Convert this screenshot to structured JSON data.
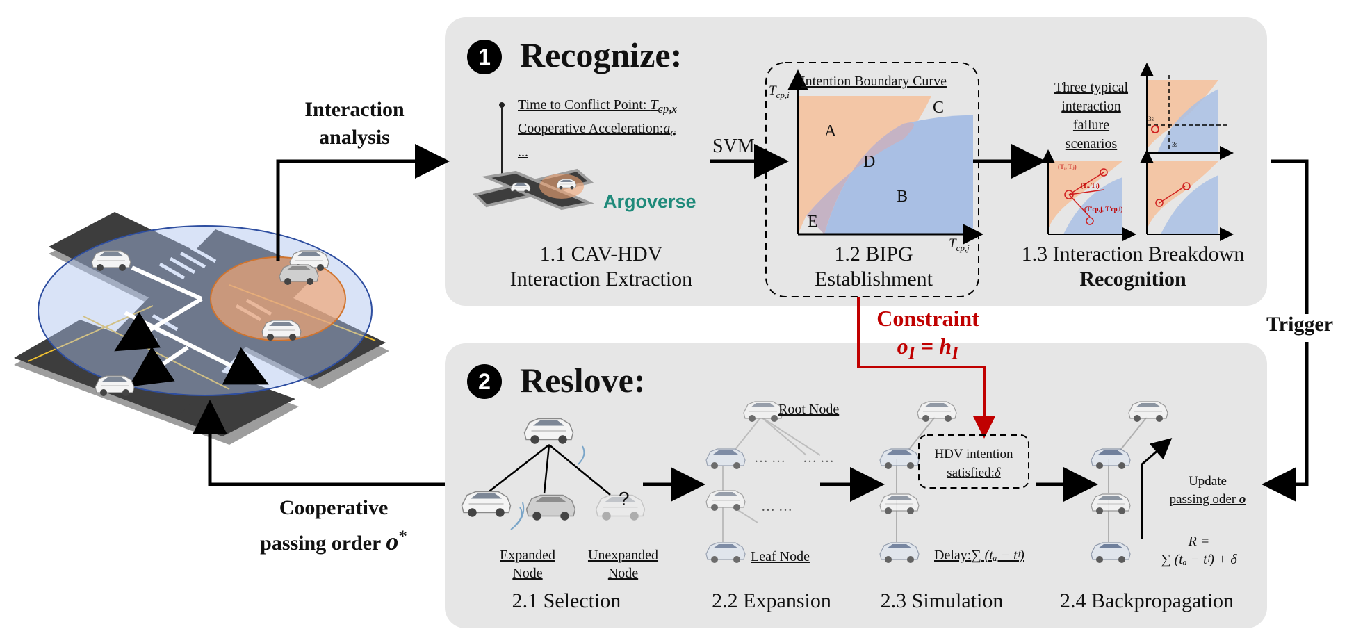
{
  "colors": {
    "panel": "#e6e6e6",
    "orange": "#f3c6a6",
    "blue": "#a9bfe4",
    "overlap": "#c5b3c4",
    "red": "#c00000"
  },
  "left": {
    "interaction_analysis": [
      "Interaction",
      "analysis"
    ],
    "cooperative_passing_order": [
      "Cooperative",
      "passing order ",
      "o",
      "*"
    ]
  },
  "recognize": {
    "number": "1",
    "title": "Recognize:",
    "extraction": {
      "line1": "Time to Conflict Point: ",
      "line1_math": "T",
      "line1_sub": "cp,x",
      "line2": "Cooperative Acceleration:",
      "line2_math": "a",
      "line2_sub": "c",
      "line3": "...",
      "dataset": "Argoverse",
      "caption": [
        "1.1 CAV-HDV",
        "Interaction Extraction"
      ]
    },
    "svm": "SVM",
    "bipg": {
      "curve_title": "Intention Boundary Curve",
      "y_axis": "T",
      "y_axis_sub": "cp,i",
      "x_axis": "T",
      "x_axis_sub": "cp,j",
      "regions": [
        "A",
        "B",
        "C",
        "D",
        "E"
      ],
      "caption": [
        "1.2 BIPG",
        "Establishment"
      ]
    },
    "breakdown": {
      "scenarios_label": [
        "Three typical",
        "interaction",
        "failure",
        "scenarios"
      ],
      "tick": "3s",
      "annotations": [
        "(Tᵢ, Tⱼ)",
        "(Tᵢ, Tⱼ)",
        "(T'cp,j, T'cp,i)"
      ],
      "caption": [
        "1.3 Interaction Breakdown",
        "Recognition"
      ]
    }
  },
  "trigger": "Trigger",
  "constraint": {
    "label": "Constraint",
    "eq_lhs": "o",
    "eq_lhs_sub": "I",
    "eq_mid": " = ",
    "eq_rhs": "h",
    "eq_rhs_sub": "I"
  },
  "resolve": {
    "number": "2",
    "title": "Reslove:",
    "selection": {
      "expanded": [
        "Expanded",
        "Node"
      ],
      "unexpanded": [
        "Unexpanded",
        "Node"
      ],
      "question": "?",
      "caption": "2.1 Selection"
    },
    "expansion": {
      "root": "Root Node",
      "leaf": "Leaf Node",
      "dots": "… …",
      "caption": "2.2 Expansion"
    },
    "simulation": {
      "hdv": [
        "HDV intention",
        "satisfied:"
      ],
      "delta": "δ",
      "delay": "Delay:",
      "delay_formula": "∑ (tₐ − tᶠ)",
      "caption": "2.3 Simulation"
    },
    "backprop": {
      "update": [
        "Update",
        "passing oder "
      ],
      "update_o": "o",
      "reward_lhs": "R =",
      "reward_rhs": "∑ (tₐ − tᶠ) + δ",
      "caption": "2.4 Backpropagation"
    }
  }
}
